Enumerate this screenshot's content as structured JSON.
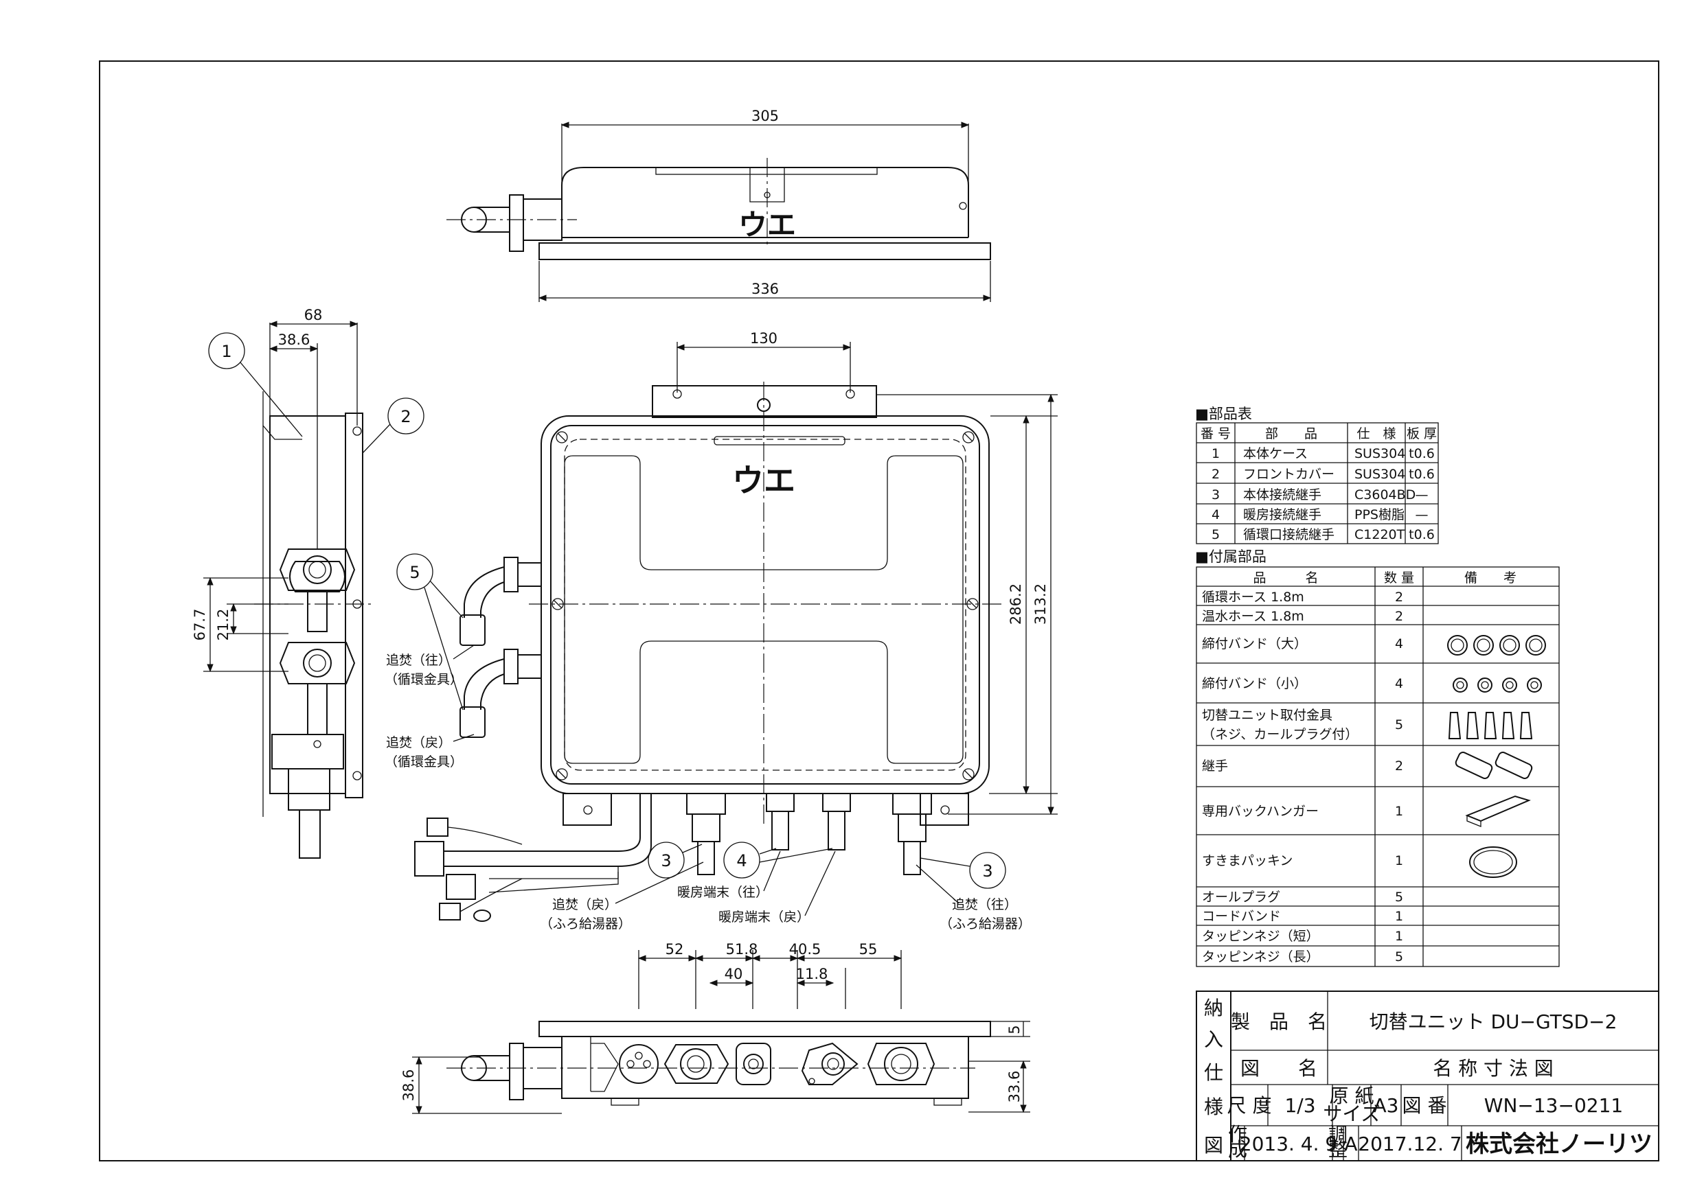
{
  "views": {
    "top": {
      "width_body": "305",
      "width_plate": "336",
      "marking": "ウエ"
    },
    "front": {
      "hole_pitch": "130",
      "inner_height": "286.2",
      "outer_height": "313.2",
      "marking": "ウエ"
    },
    "side": {
      "depth_total": "68",
      "depth_body": "38.6",
      "port_pitch_outer": "67.7",
      "port_pitch_inner": "21.2"
    },
    "bottom": {
      "dims": [
        "52",
        "51.8",
        "40.5",
        "55",
        "40",
        "11.8"
      ],
      "thickness_left": "38.6",
      "thickness_right": "33.6",
      "gap_top": "5"
    }
  },
  "callouts": [
    {
      "num": "1"
    },
    {
      "num": "2"
    },
    {
      "num": "3"
    },
    {
      "num": "4"
    },
    {
      "num": "5"
    }
  ],
  "labels": {
    "oidaki_out": "追焚（往）",
    "junkan_kanagu_1": "（循環金具）",
    "oidaki_ret": "追焚（戻）",
    "junkan_kanagu_2": "（循環金具）",
    "oidaki_ret_bath": "追焚（戻）",
    "furo_kyutoki_1": "（ふろ給湯器）",
    "danbo_out": "暖房端末（往）",
    "danbo_ret": "暖房端末（戻）",
    "oidaki_out_bath": "追焚（往）",
    "furo_kyutoki_2": "（ふろ給湯器）"
  },
  "parts_table": {
    "heading": "■部品表",
    "headers": [
      "番 号",
      "部　　品",
      "仕　様",
      "板 厚"
    ],
    "rows": [
      [
        "1",
        "本体ケース",
        "SUS304",
        "t0.6"
      ],
      [
        "2",
        "フロントカバー",
        "SUS304",
        "t0.6"
      ],
      [
        "3",
        "本体接続継手",
        "C3604BD",
        "—"
      ],
      [
        "4",
        "暖房接続継手",
        "PPS樹脂",
        "—"
      ],
      [
        "5",
        "循環口接続継手",
        "C1220T",
        "t0.6"
      ]
    ]
  },
  "accessories": {
    "heading": "■付属部品",
    "headers": [
      "品　　　名",
      "数 量",
      "備　　考"
    ],
    "rows": [
      {
        "name": "循環ホース 1.8m",
        "qty": "2"
      },
      {
        "name": "温水ホース 1.8m",
        "qty": "2"
      },
      {
        "name": "締付バンド（大）",
        "qty": "4"
      },
      {
        "name": "締付バンド（小）",
        "qty": "4"
      },
      {
        "name": "切替ユニット取付金具",
        "name2": "（ネジ、カールプラグ付）",
        "qty": "5"
      },
      {
        "name": "継手",
        "qty": "2"
      },
      {
        "name": "専用バックハンガー",
        "qty": "1"
      },
      {
        "name": "すきまパッキン",
        "qty": "1"
      },
      {
        "name": "オールプラグ",
        "qty": "5"
      },
      {
        "name": "コードバンド",
        "qty": "1"
      },
      {
        "name": "タッピンネジ（短）",
        "qty": "1"
      },
      {
        "name": "タッピンネジ（長）",
        "qty": "5"
      }
    ]
  },
  "title_block": {
    "side_label": [
      "納",
      "入",
      "仕",
      "様",
      "図"
    ],
    "product_name_label": "製　品　名",
    "product_name": "切替ユニット DU−GTSD−2",
    "drawing_name_label": "図　　名",
    "drawing_name": "名 称 寸 法 図",
    "scale_label": "尺 度",
    "scale": "1/3",
    "paper_label_1": "原 紙",
    "paper_label_2": "サイズ",
    "paper_size": "A3",
    "drawing_no_label": "図 番",
    "drawing_no": "WN−13−0211",
    "created_label_1": "作",
    "created_label_2": "成",
    "created_date": "2013. 4. 9",
    "revised_label_1": "調",
    "revised_label_2": "整",
    "revision": "A",
    "revised_date": "2017.12. 7",
    "company": "株式会社ノーリツ"
  }
}
